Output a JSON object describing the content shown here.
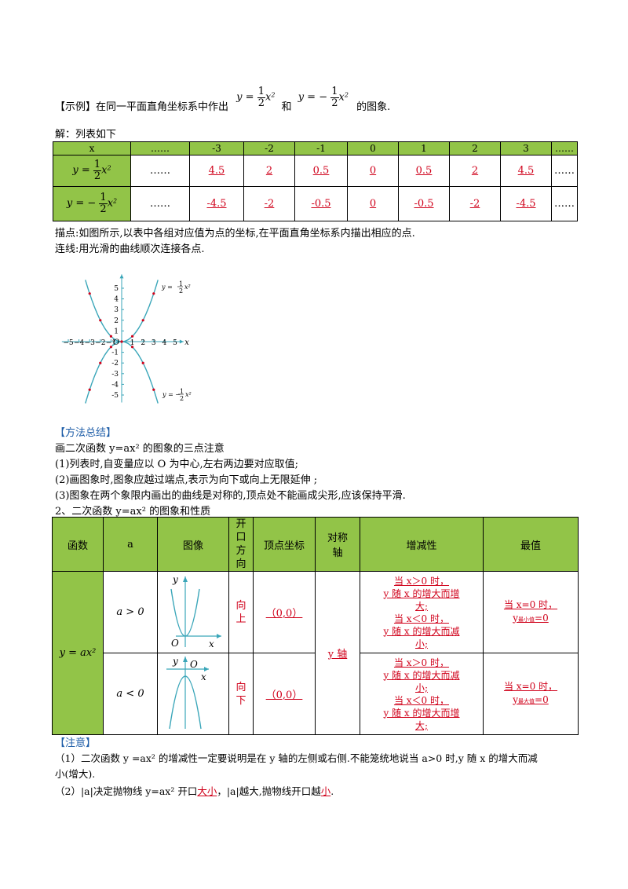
{
  "example": {
    "label": "【示例】",
    "text1": "在同一平面直角坐标系中作出",
    "eq1": {
      "lhs": "y =",
      "num": "1",
      "den": "2",
      "var": "x",
      "exp": "2"
    },
    "and": "和",
    "eq2": {
      "lhs": "y = −",
      "num": "1",
      "den": "2",
      "var": "x",
      "exp": "2"
    },
    "text2": "的图象."
  },
  "solution_line": "解：列表如下",
  "table1": {
    "header": [
      "x",
      "……",
      "-3",
      "-2",
      "-1",
      "0",
      "1",
      "2",
      "3",
      "……"
    ],
    "row1_label": {
      "lhs": "y =",
      "num": "1",
      "den": "2",
      "var": "x",
      "exp": "2"
    },
    "row1": [
      "……",
      "4.5",
      "2",
      "0.5",
      "0",
      "0.5",
      "2",
      "4.5",
      "……"
    ],
    "row2_label": {
      "lhs": "y = −",
      "num": "1",
      "den": "2",
      "var": "x",
      "exp": "2"
    },
    "row2": [
      "……",
      "-4.5",
      "-2",
      "-0.5",
      "0",
      "-0.5",
      "-2",
      "-4.5",
      "……"
    ]
  },
  "plot_text": "描点:如图所示,以表中各组对应值为点的坐标,在平面直角坐标系内描出相应的点.",
  "connect_text": "连线:用光滑的曲线顺次连接各点.",
  "graph": {
    "y_ticks": [
      "5",
      "4",
      "3",
      "2",
      "1",
      "-1",
      "-2",
      "-3",
      "-4",
      "-5"
    ],
    "x_ticks": [
      "−5",
      "−4",
      "−3",
      "−2",
      "−1",
      "1",
      "2",
      "3",
      "4",
      "5"
    ],
    "origin": "O",
    "x_label": "x",
    "upper_label": {
      "lhs": "y =",
      "num": "1",
      "den": "2",
      "var": "x²"
    },
    "lower_label": {
      "lhs": "y = −",
      "num": "1",
      "den": "2",
      "var": "x²"
    },
    "curve_color": "#3aa6b9",
    "point_color": "#d0021b"
  },
  "method": {
    "title": "【方法总结】",
    "intro": "画二次函数 y=ax² 的图象的三点注意",
    "items": [
      "(1)列表时,自变量应以 O 为中心,左右两边要对应取值;",
      "(2)画图象时,图象应越过端点,表示为向下或向上无限延伸 ;",
      "(3)图象在两个象限内画出的曲线是对称的,顶点处不能画成尖形,应该保持平滑."
    ]
  },
  "section2": "2、二次函数 y=ax² 的图象和性质",
  "table2": {
    "headers": [
      "函数",
      "a",
      "图像",
      "开口方向",
      "顶点坐标",
      "对称轴",
      "增减性",
      "最值"
    ],
    "func": "y = ax²",
    "axis": "y 轴",
    "rows": [
      {
        "a": "a > 0",
        "dir": "向上",
        "vertex": "（0,0）",
        "mono": [
          "当 x＞0 时，",
          "y 随 x 的增大而增",
          "大;",
          "当 x＜0 时，",
          "y 随 x 的增大而减",
          "小;"
        ],
        "ext1": "当 x=0 时，",
        "ext2_y": "y",
        "ext2_sub": "最小值",
        "ext2_v": "=0"
      },
      {
        "a": "a < 0",
        "dir": "向下",
        "vertex": "（0,0）",
        "mono": [
          "当 x＞0 时，",
          "y 随 x 的增大而减",
          "小;",
          "当 x＜0 时，",
          "y 随 x 的增大而增",
          "大;"
        ],
        "ext1": "当 x=0 时，",
        "ext2_y": "y",
        "ext2_sub": "最大值",
        "ext2_v": "=0"
      }
    ],
    "mini_y": "y",
    "mini_x": "x",
    "mini_o": "O"
  },
  "note": {
    "title": "【注意】",
    "p1a": "（1）二次函数 y =ax² 的增减性一定要说明是在 y 轴的左侧或右侧.不能笼统地说当 a>0 时,y 随 x 的增大而减",
    "p1b": "小(增大).",
    "p2_pre": "（2）|a|决定抛物线 y=ax² 开口",
    "p2_red1": "大小",
    "p2_mid": "，|a|越大,抛物线开口越",
    "p2_red2": "小",
    "p2_end": "."
  }
}
